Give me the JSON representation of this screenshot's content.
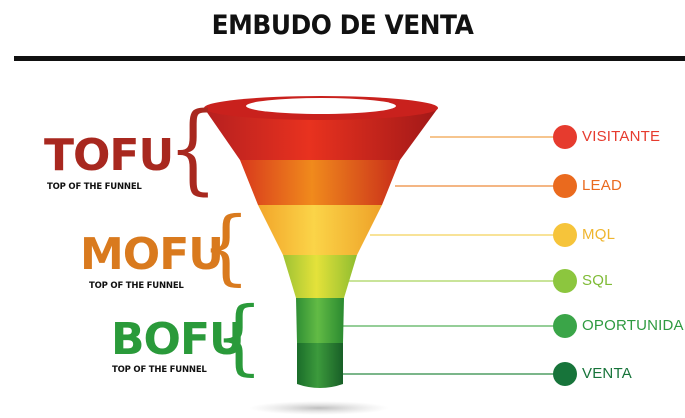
{
  "title": "EMBUDO DE VENTA",
  "stages": [
    {
      "label": "TOFU",
      "sub": "TOP OF THE FUNNEL",
      "color": "#a8281f"
    },
    {
      "label": "MOFU",
      "sub": "TOP OF THE FUNNEL",
      "color": "#d97a1e"
    },
    {
      "label": "BOFU",
      "sub": "TOP OF THE FUNNEL",
      "color": "#2a9a3a"
    }
  ],
  "steps": [
    {
      "label": "VISITANTE",
      "color": "#e63b2e"
    },
    {
      "label": "LEAD",
      "color": "#ea6a1e"
    },
    {
      "label": "MQL",
      "color": "#f6c43a"
    },
    {
      "label": "SQL",
      "color": "#8cc63e"
    },
    {
      "label": "OPORTUNIDAD",
      "color": "#3aa548"
    },
    {
      "label": "VENTA",
      "color": "#17743a"
    }
  ]
}
